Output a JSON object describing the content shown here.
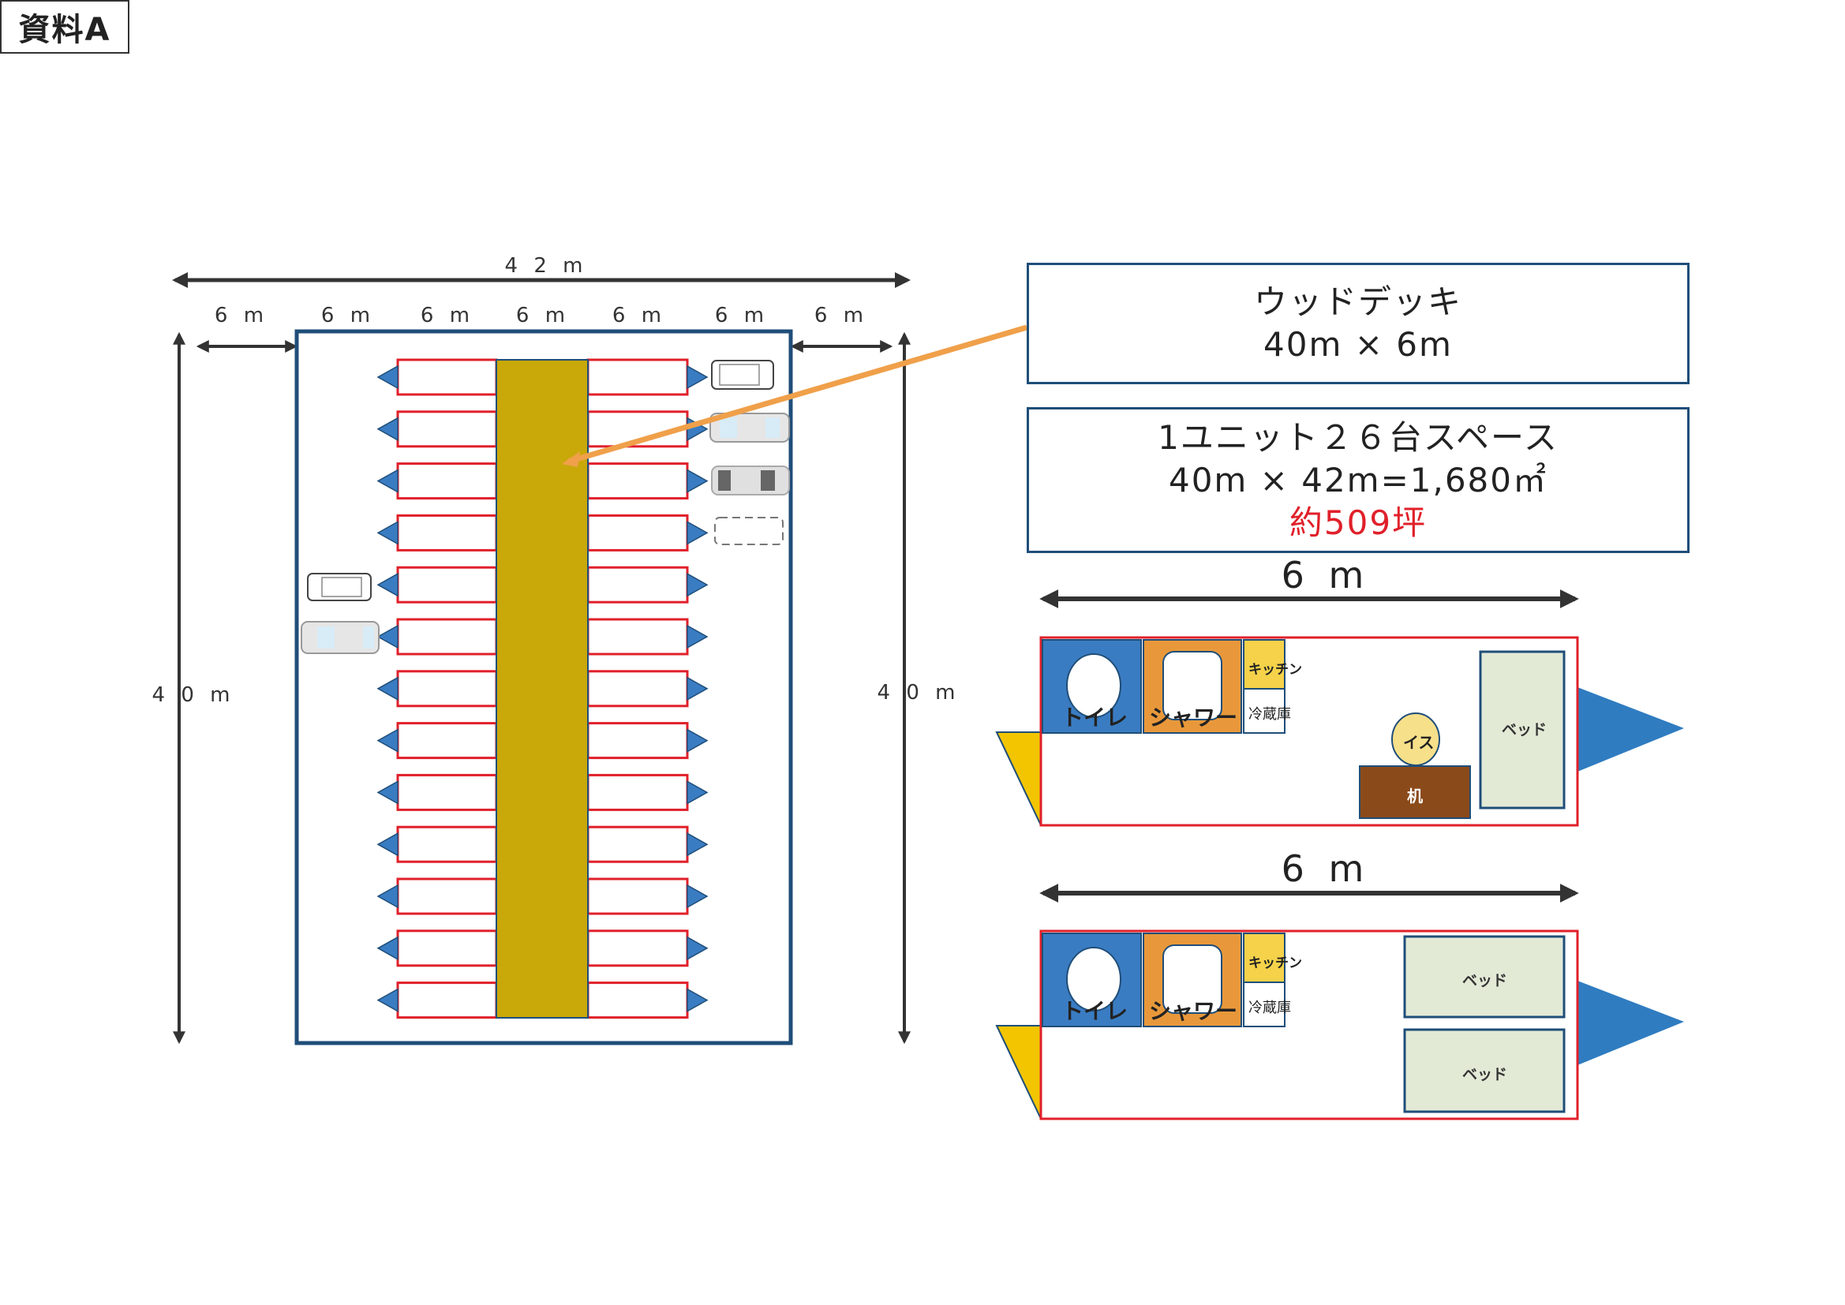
{
  "document": {
    "label": "資料A"
  },
  "site_plan": {
    "total_width_label": "4 2 m",
    "segment_labels": [
      "6 m",
      "6 m",
      "6 m",
      "6 m",
      "6 m",
      "6 m",
      "6 m"
    ],
    "height_label_left": "4 0 m",
    "height_label_right": "4 0 m",
    "stalls_per_side": 13,
    "total_stalls": 26,
    "colors": {
      "lot_border": "#1f4e79",
      "stall_border": "#e0202a",
      "deck_fill": "#c9a80a",
      "stall_arrow": "#3a7cc2",
      "leader_line": "#f0a04a"
    },
    "cars_right_column": [
      "car-outline",
      "car-silver",
      "car-gray",
      "car-dashed"
    ],
    "cars_left_column": [
      "car-outline",
      "car-silver"
    ]
  },
  "wood_deck_box": {
    "title": "ウッドデッキ",
    "size": "40m × 6m"
  },
  "unit_box": {
    "title": "1ユニット２６台スペース",
    "area": "40m × 42m=1,680㎡",
    "tsubo": "約509坪"
  },
  "trailer_1": {
    "width_label": "6 m",
    "rooms": {
      "toilet": "トイレ",
      "shower": "シャワー",
      "kitchen": "キッチン",
      "fridge": "冷蔵庫",
      "chair": "イス",
      "desk": "机",
      "bed": "ベッド"
    }
  },
  "trailer_2": {
    "width_label": "6 m",
    "rooms": {
      "toilet": "トイレ",
      "shower": "シャワー",
      "kitchen": "キッチン",
      "fridge": "冷蔵庫",
      "bed_1": "ベッド",
      "bed_2": "ベッド"
    }
  },
  "trailer_colors": {
    "outline": "#e0202a",
    "toilet": "#3a7cc2",
    "shower": "#e8983a",
    "kitchen": "#f5d24a",
    "chair": "#f7e08a",
    "desk": "#8b4a1a",
    "bed": "#e2ead6",
    "hitch": "#f2c500",
    "front": "#2f7cc0"
  }
}
